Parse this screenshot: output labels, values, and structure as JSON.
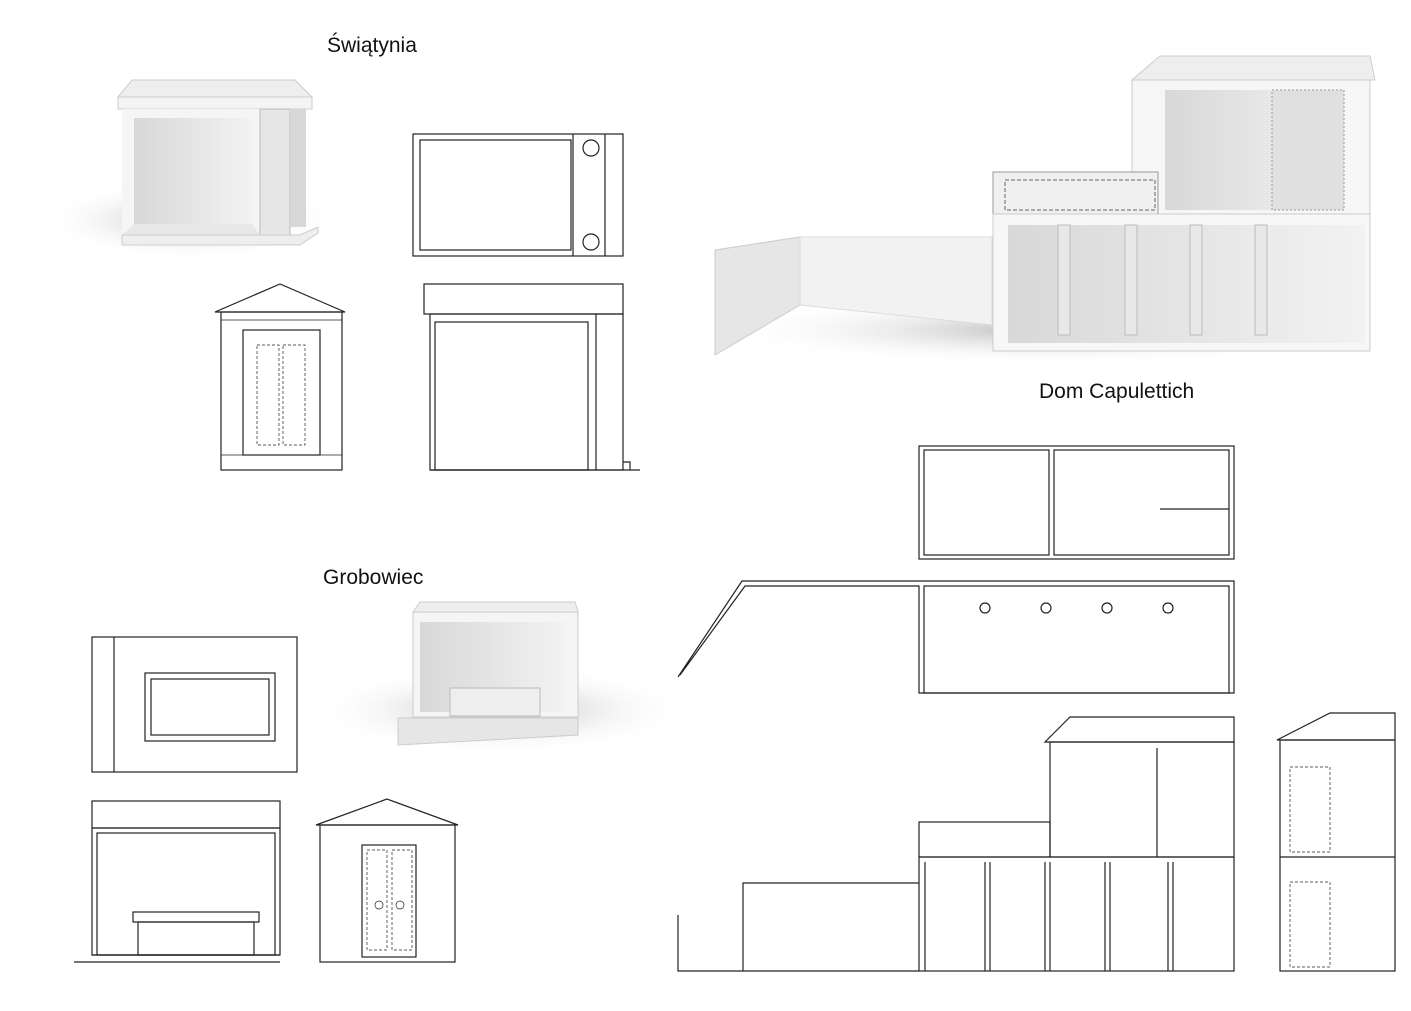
{
  "sections": {
    "temple": {
      "title": "Świątynia"
    },
    "tomb": {
      "title": "Grobowiec"
    },
    "house": {
      "title": "Dom Capulettich"
    }
  }
}
